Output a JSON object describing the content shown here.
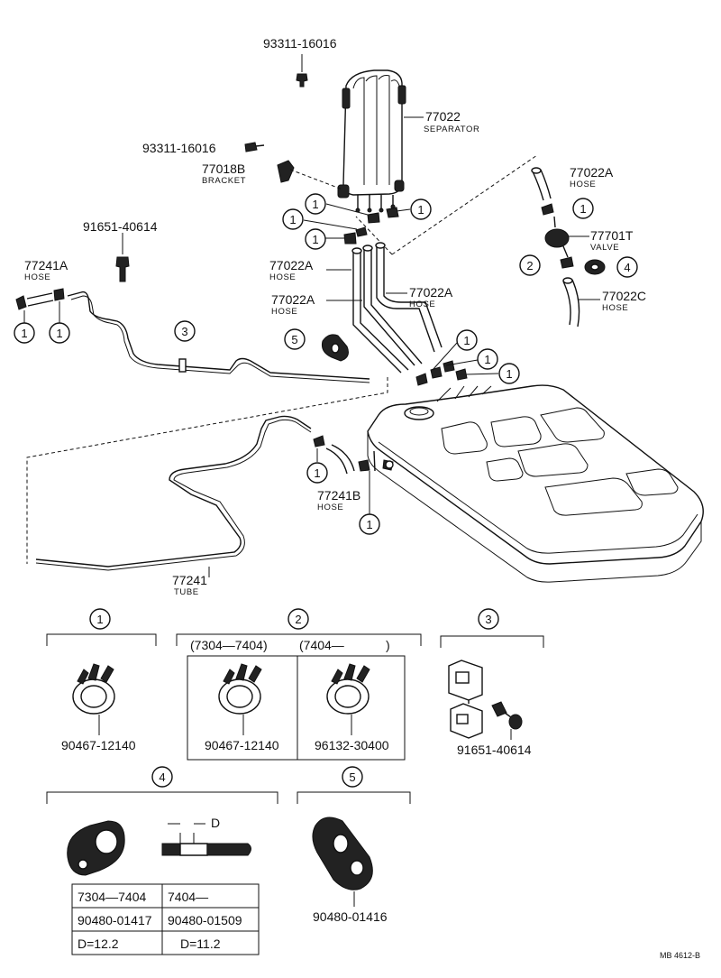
{
  "labels": {
    "bolt_top": "93311-16016",
    "separator_pn": "77022",
    "separator_name": "SEPARATOR",
    "bolt_mid": "93311-16016",
    "bracket_pn": "77018B",
    "bracket_name": "BRACKET",
    "hose_right_top_pn": "77022A",
    "hose_right_top_name": "HOSE",
    "valve_pn": "77701T",
    "valve_name": "VALVE",
    "bolt_left": "91651-40614",
    "hose_left_pn": "77241A",
    "hose_left_name": "HOSE",
    "hose_a1_pn": "77022A",
    "hose_a1_name": "HOSE",
    "hose_a2_pn": "77022A",
    "hose_a2_name": "HOSE",
    "hose_a3_pn": "77022A",
    "hose_a3_name": "HOSE",
    "hose_c_pn": "77022C",
    "hose_c_name": "HOSE",
    "hose_b_pn": "77241B",
    "hose_b_name": "HOSE",
    "tube_pn": "77241",
    "tube_name": "TUBE",
    "code": "MB 4612-B"
  },
  "callouts": [
    "1",
    "2",
    "3",
    "4",
    "5"
  ],
  "details": {
    "d1_part": "90467-12140",
    "d2_head_a": "(7304—7404)",
    "d2_head_b": "(7404—",
    "d2_head_b_close": ")",
    "d2_part_a": "90467-12140",
    "d2_part_b": "96132-30400",
    "d3_part": "91651-40614",
    "d4_dim": "D",
    "d5_part": "90480-01416"
  },
  "grommet_table": {
    "headers": [
      "7304—7404",
      "7404—"
    ],
    "rows": [
      [
        "90480-01417",
        "90480-01509"
      ],
      [
        "D=12.2",
        "D=11.2"
      ]
    ]
  }
}
